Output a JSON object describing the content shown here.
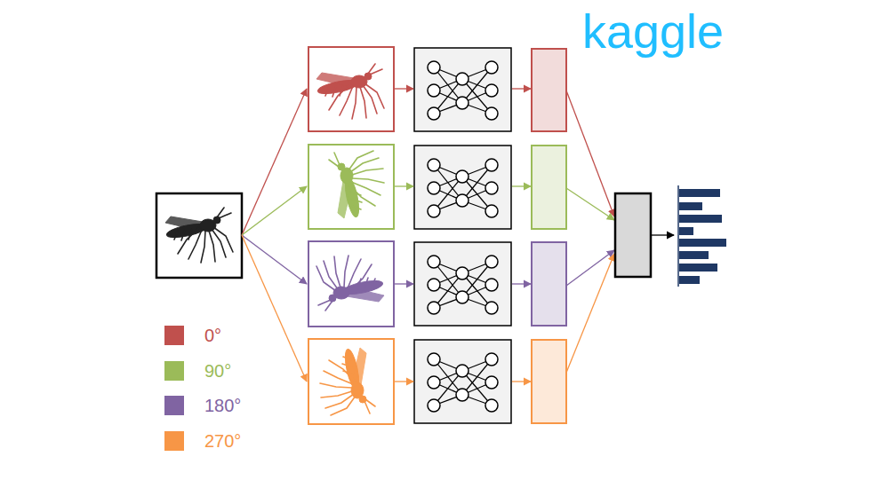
{
  "diagram": {
    "labels": [
      "kaggle"
    ],
    "legend": [
      {
        "text": "0°",
        "color": "#c0504d"
      },
      {
        "text": "90°",
        "color": "#9bbb59"
      },
      {
        "text": "180°",
        "color": "#8064a2"
      },
      {
        "text": "270°",
        "color": "#f79646"
      }
    ]
  }
}
